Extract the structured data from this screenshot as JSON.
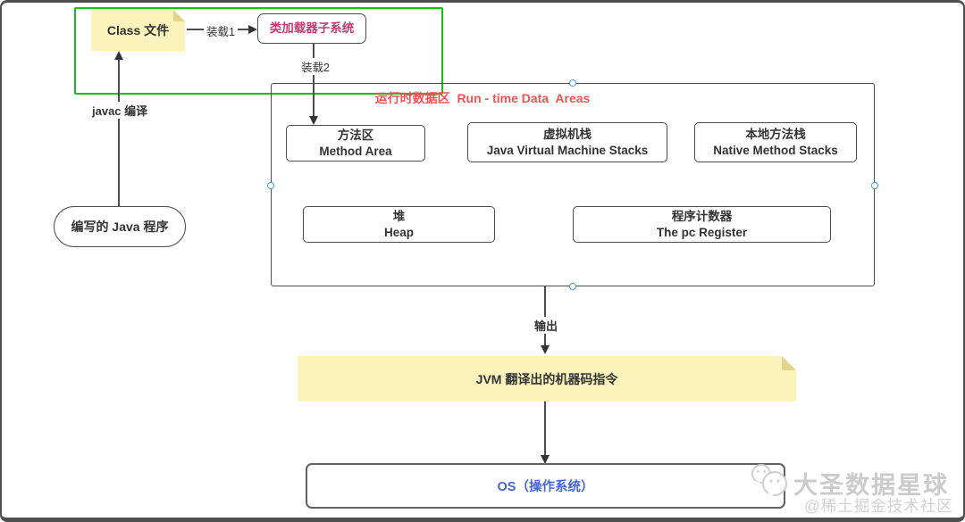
{
  "diagram": {
    "class_file_label": "Class 文件",
    "load1_label": "装载1",
    "load2_label": "装载2",
    "class_loader_label": "类加载器子系统",
    "javac_label": "javac 编译",
    "java_program_label": "编写的 Java 程序",
    "runtime": {
      "title": "运行时数据区  Run - time Data  Areas",
      "method_area": {
        "zh": "方法区",
        "en": "Method Area"
      },
      "vm_stacks": {
        "zh": "虚拟机栈",
        "en": "Java Virtual Machine Stacks"
      },
      "native_stacks": {
        "zh": "本地方法栈",
        "en": "Native Method Stacks"
      },
      "heap": {
        "zh": "堆",
        "en": "Heap"
      },
      "pc_register": {
        "zh": "程序计数器",
        "en": "The pc Register"
      }
    },
    "output_label": "输出",
    "jvm_note_label": "JVM 翻译出的机器码指令",
    "os_label": "OS（操作系统）"
  },
  "watermark": {
    "brand": "大圣数据星球",
    "community": "@稀土掘金技术社区"
  },
  "colors": {
    "green_border": "#29b329",
    "red_title": "#f25252",
    "magenta_text": "#c23b6e",
    "os_blue": "#4565d6",
    "note_yellow": "#faf4bc",
    "note_fold": "#e3d487",
    "handle_blue": "#42a0e8",
    "line_gray": "#4d4d4d"
  }
}
